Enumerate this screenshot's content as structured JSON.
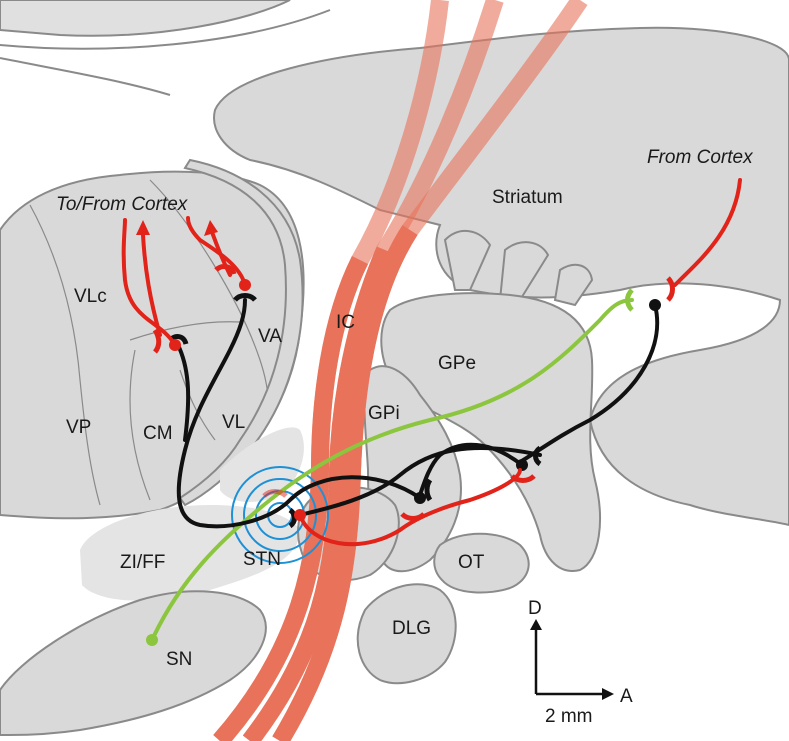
{
  "labels": {
    "to_from_cortex": "To/From Cortex",
    "from_cortex": "From Cortex",
    "striatum": "Striatum",
    "vlc": "VLc",
    "va": "VA",
    "vp": "VP",
    "cm": "CM",
    "vl": "VL",
    "ic": "IC",
    "gpe": "GPe",
    "gpi": "GPi",
    "zi_ff": "ZI/FF",
    "stn": "STN",
    "ot": "OT",
    "dlg": "DLG",
    "sn": "SN"
  },
  "scale": {
    "d_label": "D",
    "a_label": "A",
    "bar_label": "2 mm"
  },
  "colors": {
    "region_fill": "#d9d9d9",
    "region_outline": "#8a8a8a",
    "internal_capsule": "#e8735a",
    "excitatory_red": "#e2231a",
    "inhibitory_black": "#111111",
    "nigral_green": "#8cc63f",
    "stn_rings": "#1e90d6"
  }
}
